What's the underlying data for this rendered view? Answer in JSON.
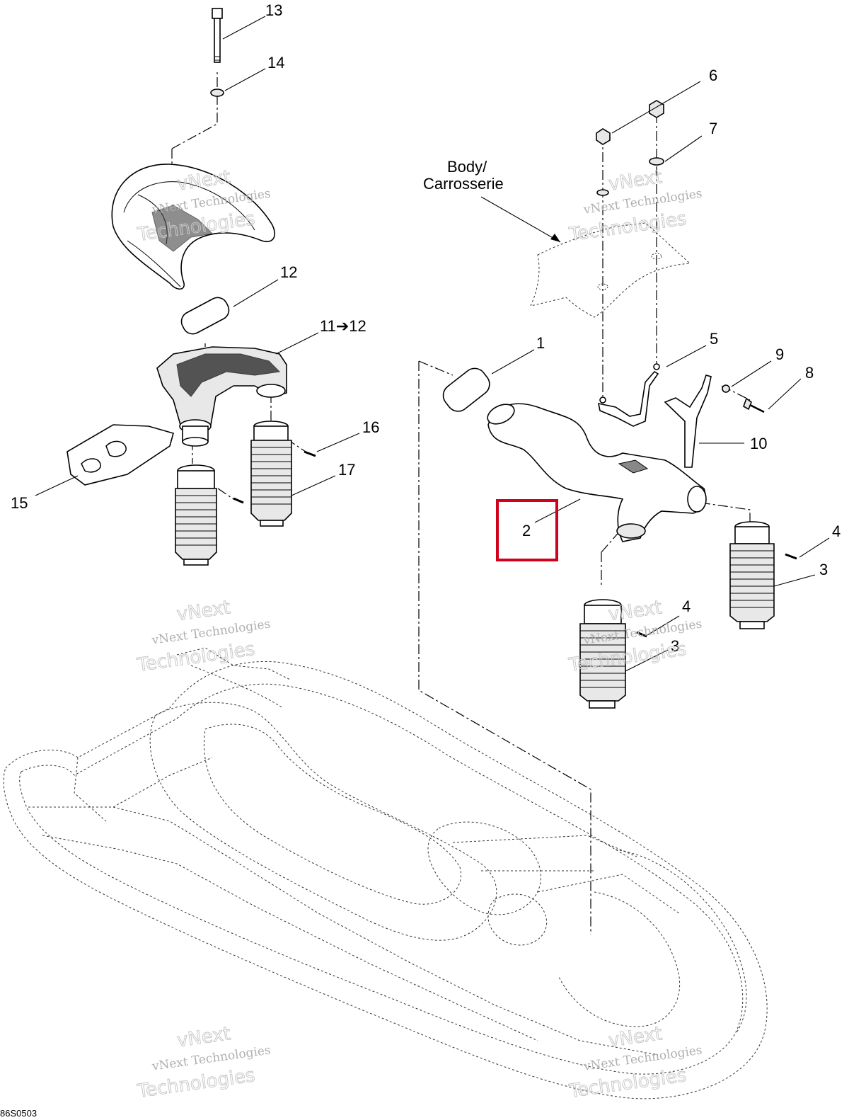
{
  "labels": {
    "l1": "1",
    "l2": "2",
    "l3a": "3",
    "l3b": "3",
    "l4a": "4",
    "l4b": "4",
    "l5": "5",
    "l6": "6",
    "l7": "7",
    "l8": "8",
    "l9": "9",
    "l10": "10",
    "l11": "11➔12",
    "l12": "12",
    "l13": "13",
    "l14": "14",
    "l15": "15",
    "l16": "16",
    "l17": "17"
  },
  "body_label": {
    "line1": "Body/",
    "line2": "Carrosserie"
  },
  "watermark": {
    "line1": "vNext Technologies",
    "line2": "vNext",
    "line3": "Technologies"
  },
  "reference_code": "86S0503",
  "highlight": {
    "item": "2",
    "color": "#d0021b"
  }
}
